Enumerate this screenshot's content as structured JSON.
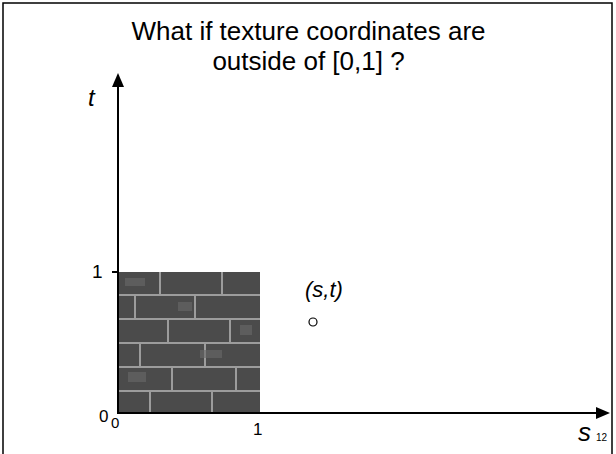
{
  "diagram": {
    "title": "What if texture coordinates are outside of [0,1] ?",
    "labels": [
      "t",
      "1",
      "0",
      "0",
      "1",
      "(s,t)",
      "s",
      "12"
    ]
  }
}
